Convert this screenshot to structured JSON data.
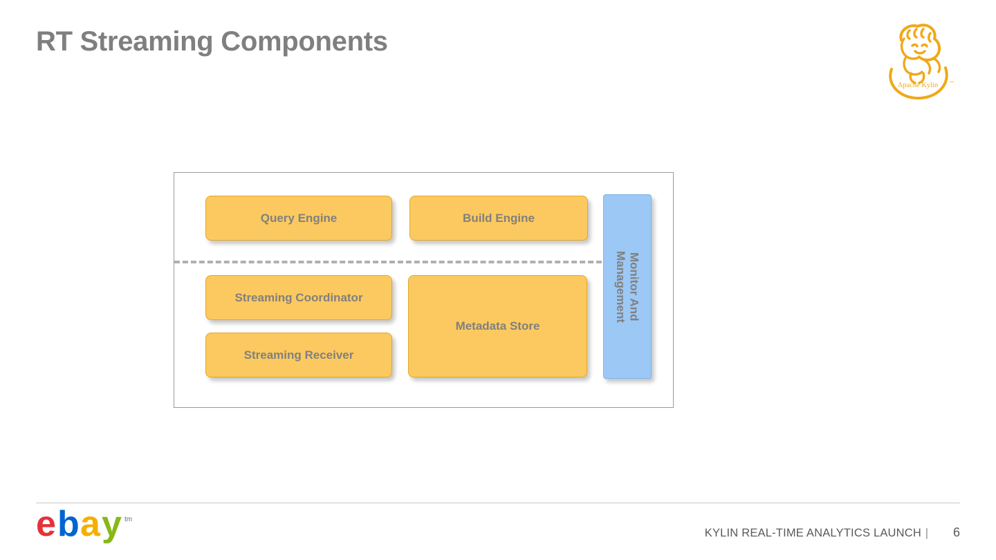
{
  "slide": {
    "title": "RT Streaming Components",
    "page_number": "6",
    "footer_text": "KYLIN REAL-TIME ANALYTICS LAUNCH",
    "footer_separator": "|"
  },
  "logo": {
    "brand": "Apache Kylin",
    "wordmark": "Apache Kylin",
    "trademark": "™",
    "color": "#f0a818"
  },
  "ebay": {
    "letters": [
      {
        "char": "e",
        "color": "#e53238"
      },
      {
        "char": "b",
        "color": "#0064d2"
      },
      {
        "char": "a",
        "color": "#f5af02"
      },
      {
        "char": "y",
        "color": "#86b817"
      }
    ],
    "trademark": "tm"
  },
  "diagram": {
    "boxes": [
      {
        "id": "query-engine",
        "label": "Query Engine",
        "color": "#fbc95f"
      },
      {
        "id": "build-engine",
        "label": "Build Engine",
        "color": "#fbc95f"
      },
      {
        "id": "streaming-coordinator",
        "label": "Streaming Coordinator",
        "color": "#fbc95f"
      },
      {
        "id": "streaming-receiver",
        "label": "Streaming Receiver",
        "color": "#fbc95f"
      },
      {
        "id": "metadata-store",
        "label": "Metadata Store",
        "color": "#fbc95f"
      },
      {
        "id": "monitor-and-management",
        "label": "Monitor And\nManagement",
        "color": "#9cc8f5"
      }
    ],
    "divider": "dashed"
  }
}
